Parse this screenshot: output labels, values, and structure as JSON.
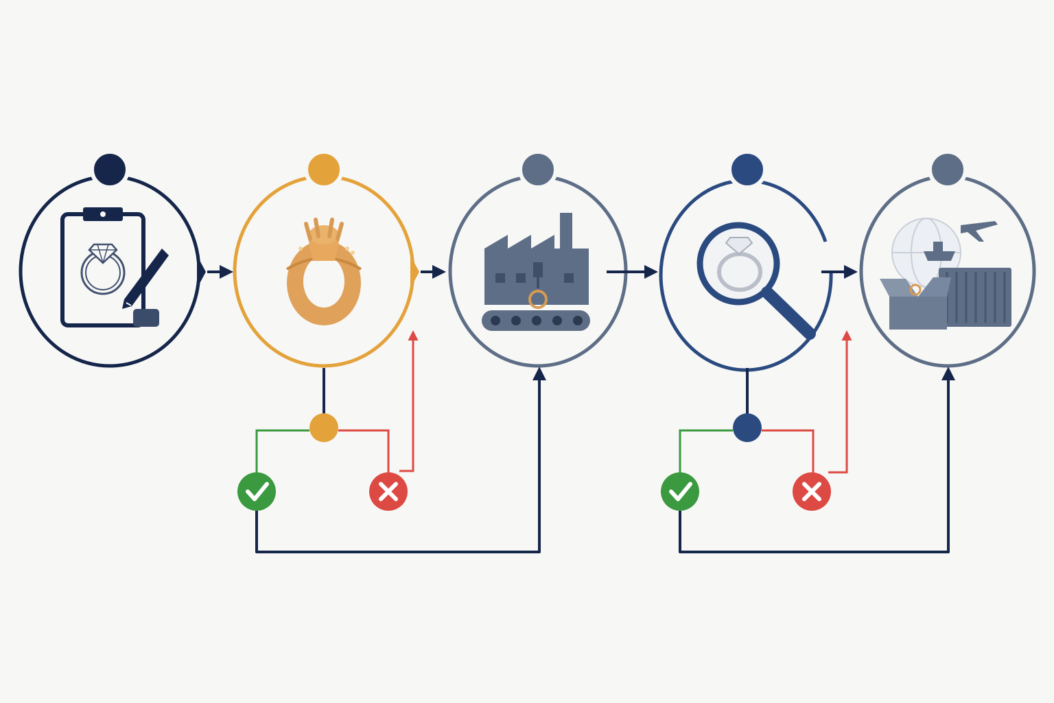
{
  "colors": {
    "background": "#f7f7f6",
    "navy": "#15264a",
    "gold": "#e4a23a",
    "slate": "#5d6e86",
    "blue": "#2a4a80",
    "approve_green": "#3b9a3f",
    "reject_red": "#dc4a43",
    "ring_gold": "#e0a25a"
  },
  "stages": [
    {
      "id": "design",
      "icon": "clipboard-ring-sketch-icon",
      "color": "#15264a"
    },
    {
      "id": "prototype",
      "icon": "gold-ring-model-icon",
      "color": "#e4a23a"
    },
    {
      "id": "manufacturing",
      "icon": "factory-conveyor-icon",
      "color": "#5d6e86"
    },
    {
      "id": "inspection",
      "icon": "magnifier-ring-icon",
      "color": "#2a4a80"
    },
    {
      "id": "shipping",
      "icon": "global-shipping-icon",
      "color": "#5d6e86"
    }
  ],
  "decisions": [
    {
      "after": "prototype",
      "approve_icon": "check-icon",
      "reject_icon": "cross-icon"
    },
    {
      "after": "inspection",
      "approve_icon": "check-icon",
      "reject_icon": "cross-icon"
    }
  ]
}
